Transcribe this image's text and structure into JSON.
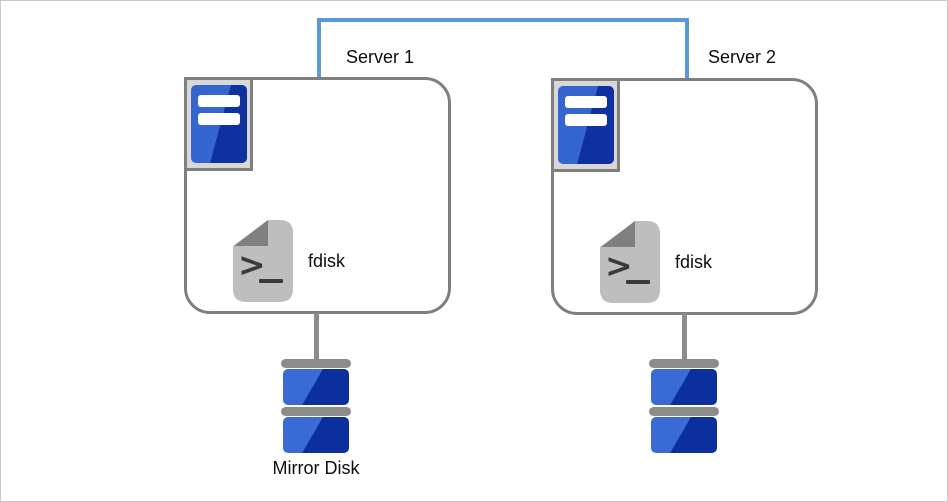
{
  "diagram": {
    "servers": [
      {
        "name": "Server 1",
        "tool": "fdisk"
      },
      {
        "name": "Server 2",
        "tool": "fdisk"
      }
    ],
    "disks": [
      {
        "label": "Mirror Disk"
      },
      {
        "label": ""
      }
    ]
  },
  "icons": {
    "server_tower": "server-tower-icon",
    "terminal_file": "terminal-file-icon",
    "disk_stack": "disk-stack-icon"
  },
  "colors": {
    "link_blue": "#5B9BD5",
    "outline_gray": "#7F7F7F",
    "connector_gray": "#8C8C8C",
    "tower_blue_light": "#3566D0",
    "tower_blue_dark": "#0E319F",
    "disk_blue_light": "#3A6AD4",
    "disk_blue_dark": "#0C2F9E",
    "document_gray": "#BEBEBE",
    "document_fold_gray": "#808080"
  }
}
